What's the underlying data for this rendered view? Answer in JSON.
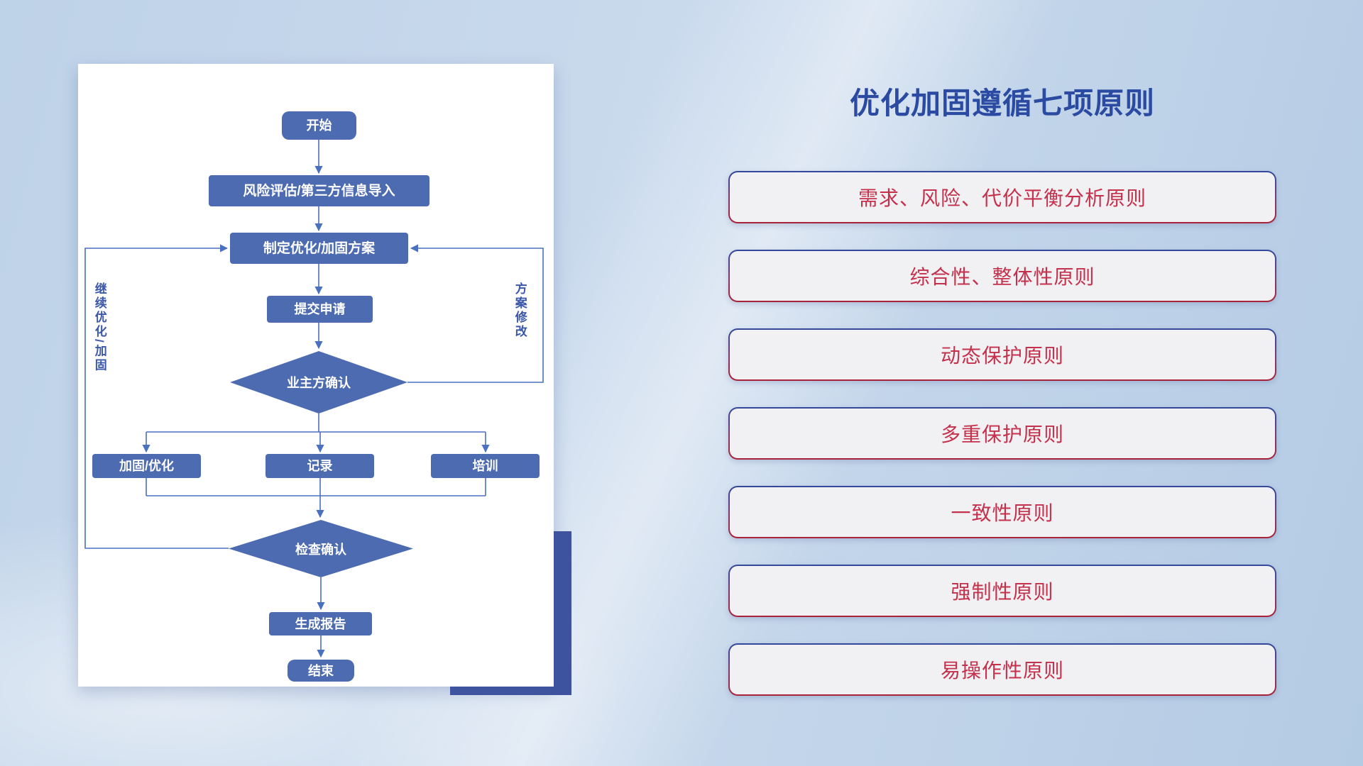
{
  "page": {
    "title": "优化加固遵循七项原则"
  },
  "flowchart": {
    "nodes": {
      "start": "开始",
      "risk_import": "风险评估/第三方信息导入",
      "make_plan": "制定优化/加固方案",
      "submit": "提交申请",
      "owner_confirm": "业主方确认",
      "reinforce": "加固/优化",
      "record": "记录",
      "training": "培训",
      "check_confirm": "检查确认",
      "report": "生成报告",
      "end": "结束"
    },
    "labels": {
      "left_loop": "继续优化/加固",
      "right_loop": "方案修改"
    }
  },
  "principles": {
    "items": [
      {
        "label": "需求、风险、代价平衡分析原则"
      },
      {
        "label": "综合性、整体性原则"
      },
      {
        "label": "动态保护原则"
      },
      {
        "label": "多重保护原则"
      },
      {
        "label": "一致性原则"
      },
      {
        "label": "强制性原则"
      },
      {
        "label": "易操作性原则"
      }
    ]
  },
  "colors": {
    "title_blue": "#2b4ba2",
    "node_fill": "#4d6bb0",
    "connector_blue": "#4a70c0",
    "principle_text_red": "#c5304c",
    "principle_border_top": "#33499c",
    "principle_border_bottom": "#a92339",
    "accent_rect": "#3f53a0",
    "panel_background": "#ffffff"
  }
}
